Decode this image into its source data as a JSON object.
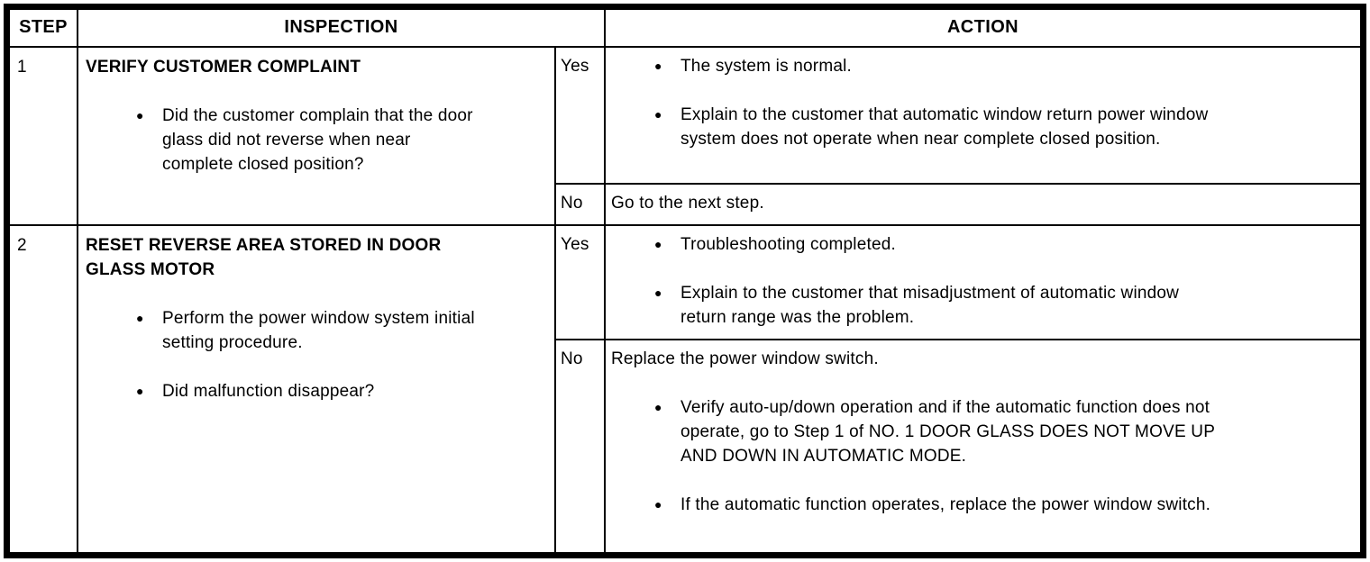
{
  "colors": {
    "border": "#000000",
    "background": "#ffffff",
    "text": "#000000"
  },
  "glyphs": {
    "bullet": "●"
  },
  "table": {
    "headers": {
      "step": "STEP",
      "inspection": "INSPECTION",
      "action": "ACTION"
    },
    "rows": [
      {
        "step": "1",
        "inspection": {
          "title": "VERIFY CUSTOMER COMPLAINT",
          "bullets": [
            "Did the customer complain that the door glass did not reverse when near complete closed position?"
          ]
        },
        "branches": [
          {
            "label": "Yes",
            "action": {
              "intro": "",
              "bullets": [
                "The system is normal.",
                "Explain to the customer that automatic window return power window system does not operate when near complete closed position."
              ]
            }
          },
          {
            "label": "No",
            "action": {
              "intro": "Go to the next step.",
              "bullets": []
            }
          }
        ]
      },
      {
        "step": "2",
        "inspection": {
          "title": "RESET REVERSE AREA STORED IN DOOR GLASS MOTOR",
          "bullets": [
            "Perform the power window system initial setting procedure.",
            "Did malfunction disappear?"
          ]
        },
        "branches": [
          {
            "label": "Yes",
            "action": {
              "intro": "",
              "bullets": [
                "Troubleshooting completed.",
                "Explain to the customer that misadjustment of automatic window return range was the problem."
              ]
            }
          },
          {
            "label": "No",
            "action": {
              "intro": "Replace the power window switch.",
              "bullets": [
                "Verify auto-up/down operation and if the automatic function does not operate, go to Step 1 of NO. 1 DOOR GLASS DOES NOT MOVE UP AND DOWN IN AUTOMATIC MODE.",
                "If the automatic function operates, replace the power window switch."
              ]
            }
          }
        ]
      }
    ]
  }
}
